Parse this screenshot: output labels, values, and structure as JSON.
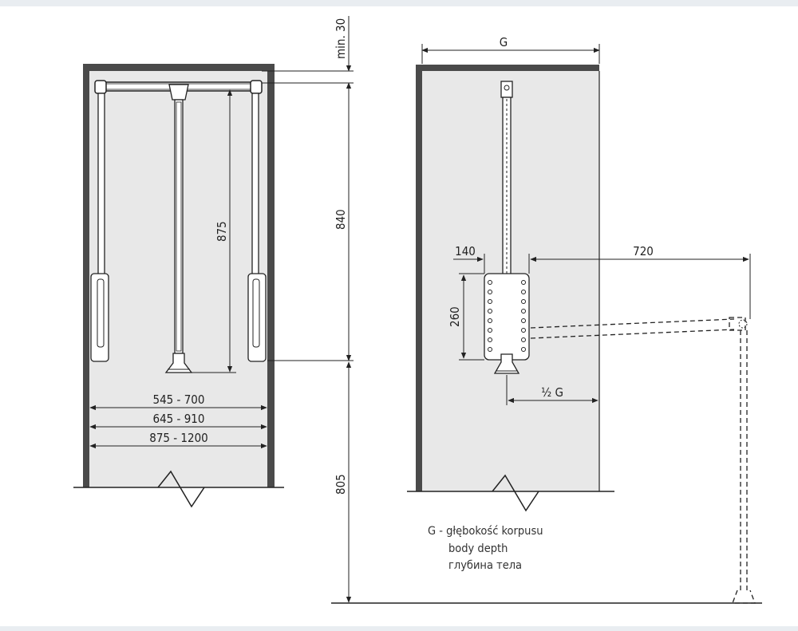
{
  "labels": {
    "min30": "min. 30",
    "h840": "840",
    "h875": "875",
    "h805": "805",
    "w1": "545 - 700",
    "w2": "645 - 910",
    "w3": "875 - 1200",
    "g": "G",
    "d140": "140",
    "d720": "720",
    "d260": "260",
    "halfG": "½ G"
  },
  "legend": {
    "line1": "G - głębokość korpusu",
    "line2": "body depth",
    "line3": "глубина тела"
  },
  "colors": {
    "cabinet": "#4a4a4a",
    "inner": "#e6e6e6",
    "line": "#222222"
  }
}
